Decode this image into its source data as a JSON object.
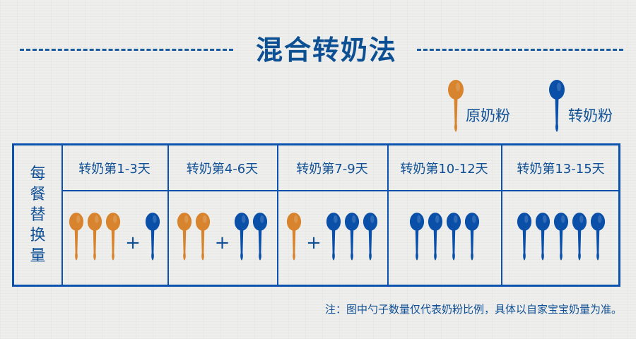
{
  "title": "混合转奶法",
  "legend": [
    {
      "label": "原奶粉",
      "color": "#d8842e",
      "icon": "spoon-icon"
    },
    {
      "label": "转奶粉",
      "color": "#0a50a8",
      "icon": "spoon-icon"
    }
  ],
  "table": {
    "row_header": [
      "每",
      "餐",
      "替",
      "换",
      "量"
    ],
    "columns": [
      {
        "header": "转奶第1-3天",
        "original": 3,
        "new": 1
      },
      {
        "header": "转奶第4-6天",
        "original": 2,
        "new": 2
      },
      {
        "header": "转奶第7-9天",
        "original": 1,
        "new": 3
      },
      {
        "header": "转奶第10-12天",
        "original": 0,
        "new": 4
      },
      {
        "header": "转奶第13-15天",
        "original": 0,
        "new": 5
      }
    ],
    "plus": "+"
  },
  "note": "注：图中勺子数量仅代表奶粉比例，具体以自家宝宝奶量为准。"
}
